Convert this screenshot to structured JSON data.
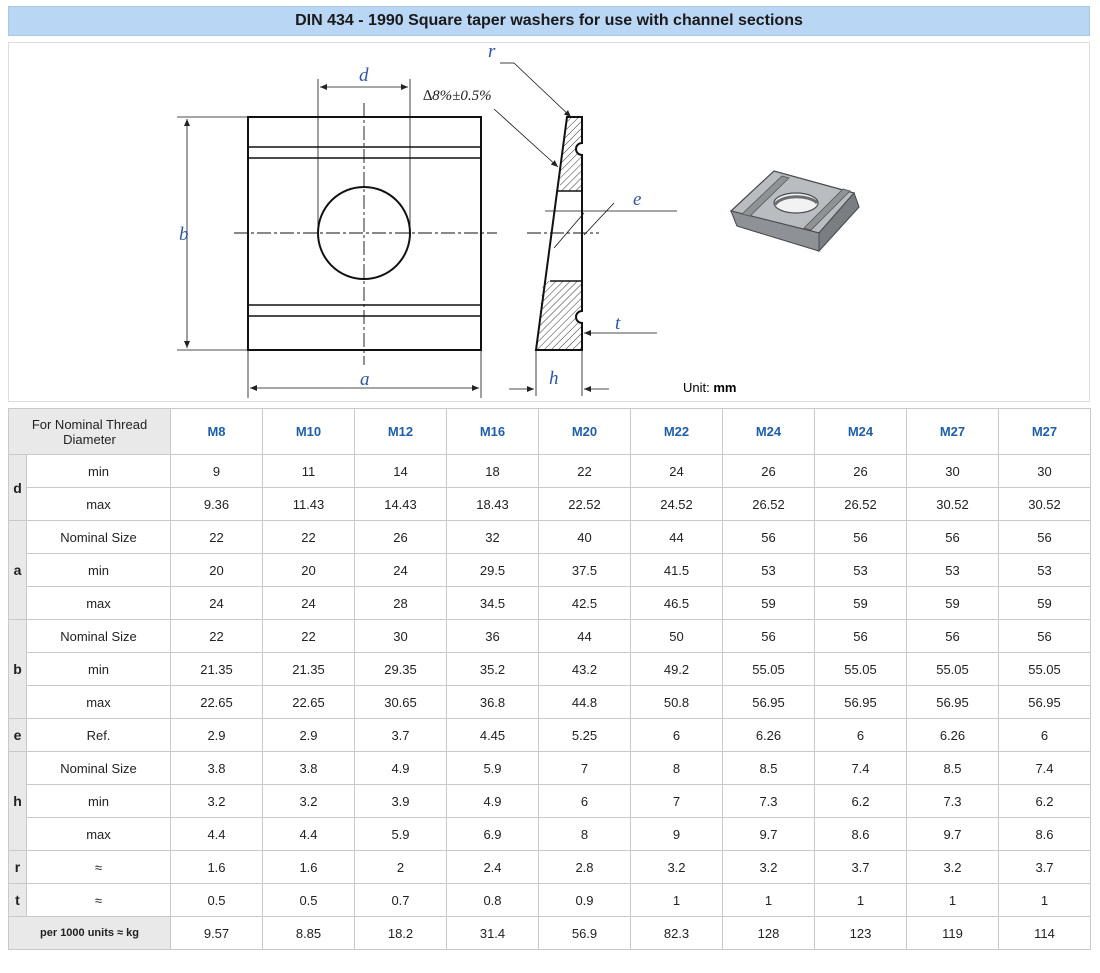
{
  "title": "DIN 434 - 1990 Square taper washers for use with channel sections",
  "figure": {
    "labels": {
      "d": "d",
      "b": "b",
      "a": "a",
      "h": "h",
      "r": "r",
      "e": "e",
      "t": "t",
      "slope": "∆8%±0.5%"
    },
    "unit_prefix": "Unit:",
    "unit": "mm"
  },
  "table": {
    "corner": "For Nominal Thread Diameter",
    "sizes": [
      "M8",
      "M10",
      "M12",
      "M16",
      "M20",
      "M22",
      "M24",
      "M24",
      "M27",
      "M27"
    ],
    "groups": [
      {
        "name": "d",
        "rows": [
          {
            "label": "min",
            "values": [
              "9",
              "11",
              "14",
              "18",
              "22",
              "24",
              "26",
              "26",
              "30",
              "30"
            ]
          },
          {
            "label": "max",
            "values": [
              "9.36",
              "11.43",
              "14.43",
              "18.43",
              "22.52",
              "24.52",
              "26.52",
              "26.52",
              "30.52",
              "30.52"
            ]
          }
        ]
      },
      {
        "name": "a",
        "rows": [
          {
            "label": "Nominal Size",
            "values": [
              "22",
              "22",
              "26",
              "32",
              "40",
              "44",
              "56",
              "56",
              "56",
              "56"
            ]
          },
          {
            "label": "min",
            "values": [
              "20",
              "20",
              "24",
              "29.5",
              "37.5",
              "41.5",
              "53",
              "53",
              "53",
              "53"
            ]
          },
          {
            "label": "max",
            "values": [
              "24",
              "24",
              "28",
              "34.5",
              "42.5",
              "46.5",
              "59",
              "59",
              "59",
              "59"
            ]
          }
        ]
      },
      {
        "name": "b",
        "rows": [
          {
            "label": "Nominal Size",
            "values": [
              "22",
              "22",
              "30",
              "36",
              "44",
              "50",
              "56",
              "56",
              "56",
              "56"
            ]
          },
          {
            "label": "min",
            "values": [
              "21.35",
              "21.35",
              "29.35",
              "35.2",
              "43.2",
              "49.2",
              "55.05",
              "55.05",
              "55.05",
              "55.05"
            ]
          },
          {
            "label": "max",
            "values": [
              "22.65",
              "22.65",
              "30.65",
              "36.8",
              "44.8",
              "50.8",
              "56.95",
              "56.95",
              "56.95",
              "56.95"
            ]
          }
        ]
      },
      {
        "name": "e",
        "rows": [
          {
            "label": "Ref.",
            "values": [
              "2.9",
              "2.9",
              "3.7",
              "4.45",
              "5.25",
              "6",
              "6.26",
              "6",
              "6.26",
              "6"
            ]
          }
        ]
      },
      {
        "name": "h",
        "rows": [
          {
            "label": "Nominal Size",
            "values": [
              "3.8",
              "3.8",
              "4.9",
              "5.9",
              "7",
              "8",
              "8.5",
              "7.4",
              "8.5",
              "7.4"
            ]
          },
          {
            "label": "min",
            "values": [
              "3.2",
              "3.2",
              "3.9",
              "4.9",
              "6",
              "7",
              "7.3",
              "6.2",
              "7.3",
              "6.2"
            ]
          },
          {
            "label": "max",
            "values": [
              "4.4",
              "4.4",
              "5.9",
              "6.9",
              "8",
              "9",
              "9.7",
              "8.6",
              "9.7",
              "8.6"
            ]
          }
        ]
      },
      {
        "name": "r",
        "rows": [
          {
            "label": "≈",
            "values": [
              "1.6",
              "1.6",
              "2",
              "2.4",
              "2.8",
              "3.2",
              "3.2",
              "3.7",
              "3.2",
              "3.7"
            ]
          }
        ]
      },
      {
        "name": "t",
        "rows": [
          {
            "label": "≈",
            "values": [
              "0.5",
              "0.5",
              "0.7",
              "0.8",
              "0.9",
              "1",
              "1",
              "1",
              "1",
              "1"
            ]
          }
        ]
      }
    ],
    "weight": {
      "label": "per 1000 units ≈ kg",
      "values": [
        "9.57",
        "8.85",
        "18.2",
        "31.4",
        "56.9",
        "82.3",
        "128",
        "123",
        "119",
        "114"
      ]
    }
  }
}
